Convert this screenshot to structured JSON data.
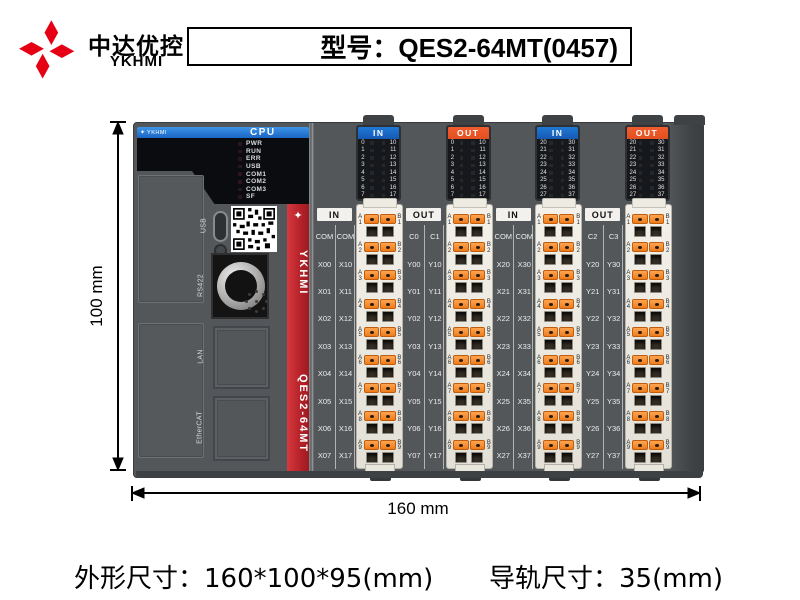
{
  "header": {
    "brand_cn": "中达优控",
    "brand_en": "YKHMI",
    "model_label": "型号：QES2-64MT(0457)"
  },
  "device": {
    "cpu": {
      "bar_logo": "YKHMI",
      "bar_title": "CPU",
      "leds": [
        "PWR",
        "RUN",
        "ERR",
        "USB",
        "COM1",
        "COM2",
        "COM3",
        "SF"
      ],
      "port_labels": {
        "usb": "USB",
        "rs422": "RS422",
        "lan": "LAN",
        "ethercat": "EtherCAT"
      }
    },
    "stripe": {
      "brand": "YKHMI",
      "model": "QES2-64MT"
    },
    "io_banks": [
      {
        "type": "IN",
        "led_left": [
          "0",
          "1",
          "2",
          "3",
          "4",
          "5",
          "6",
          "7"
        ],
        "led_right": [
          "10",
          "11",
          "12",
          "13",
          "14",
          "15",
          "16",
          "17"
        ],
        "labels_left": [
          "COM",
          "X00",
          "X01",
          "X02",
          "X03",
          "X04",
          "X05",
          "X06",
          "X07"
        ],
        "labels_right": [
          "COM",
          "X10",
          "X11",
          "X12",
          "X13",
          "X14",
          "X15",
          "X16",
          "X17"
        ]
      },
      {
        "type": "OUT",
        "led_left": [
          "0",
          "1",
          "2",
          "3",
          "4",
          "5",
          "6",
          "7"
        ],
        "led_right": [
          "10",
          "11",
          "12",
          "13",
          "14",
          "15",
          "16",
          "17"
        ],
        "labels_left": [
          "C0",
          "Y00",
          "Y01",
          "Y02",
          "Y03",
          "Y04",
          "Y05",
          "Y06",
          "Y07"
        ],
        "labels_right": [
          "C1",
          "Y10",
          "Y11",
          "Y12",
          "Y13",
          "Y14",
          "Y15",
          "Y16",
          "Y17"
        ]
      },
      {
        "type": "IN",
        "led_left": [
          "20",
          "21",
          "22",
          "23",
          "24",
          "25",
          "26",
          "27"
        ],
        "led_right": [
          "30",
          "31",
          "32",
          "33",
          "34",
          "35",
          "36",
          "37"
        ],
        "labels_left": [
          "COM",
          "X20",
          "X21",
          "X22",
          "X23",
          "X24",
          "X25",
          "X26",
          "X27"
        ],
        "labels_right": [
          "COM",
          "X30",
          "X31",
          "X32",
          "X33",
          "X34",
          "X35",
          "X36",
          "X37"
        ]
      },
      {
        "type": "OUT",
        "led_left": [
          "20",
          "21",
          "22",
          "23",
          "24",
          "25",
          "26",
          "27"
        ],
        "led_right": [
          "30",
          "31",
          "32",
          "33",
          "34",
          "35",
          "36",
          "37"
        ],
        "labels_left": [
          "C2",
          "Y20",
          "Y21",
          "Y22",
          "Y23",
          "Y24",
          "Y25",
          "Y26",
          "Y27"
        ],
        "labels_right": [
          "C3",
          "Y30",
          "Y31",
          "Y32",
          "Y33",
          "Y34",
          "Y35",
          "Y36",
          "Y37"
        ]
      }
    ],
    "terminal": {
      "left_letter": "A",
      "right_letter": "B",
      "rows": [
        "1",
        "2",
        "3",
        "4",
        "5",
        "6",
        "7",
        "8",
        "9"
      ]
    }
  },
  "dimensions": {
    "height": "100 mm",
    "width": "160 mm"
  },
  "footer": {
    "overall": "外形尺寸：160*100*95(mm)",
    "rail": "导轨尺寸：35(mm)"
  },
  "colors": {
    "brand_red": "#e60013",
    "stripe_red": "#c22930",
    "in_blue": "#1f78d4",
    "out_orange": "#e4511f",
    "device_gray": "#54575a",
    "terminal_ivory": "#ece9e0",
    "clamp_orange": "#f2831f"
  }
}
